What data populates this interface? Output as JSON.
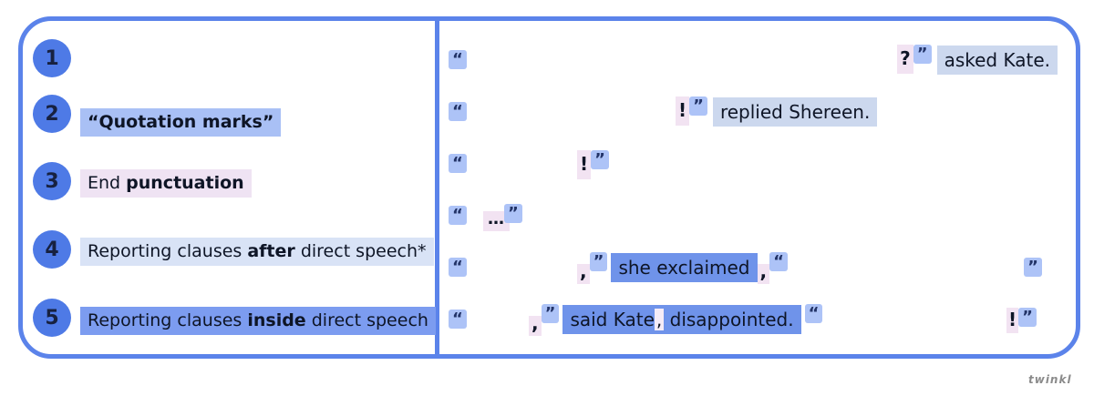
{
  "watermark": "twinkl",
  "colors": {
    "frame_accent": "#5b83ea",
    "number_badge": "#4e7ae6",
    "quote_highlight": "#adc3f7",
    "punctuation_highlight": "#f2e3f2",
    "clause_after_highlight": "#ccd8ee",
    "clause_inside_highlight": "#6f93ea",
    "label_quotation_bg": "#a9c0f5",
    "label_punctuation_bg": "#efe3f3",
    "label_after_bg": "#d9e3f6",
    "label_inside_bg": "#7c9cf0"
  },
  "left_panel": {
    "items": [
      {
        "number": "1",
        "pre": "",
        "bold": "",
        "post": ""
      },
      {
        "number": "2",
        "pre": "",
        "bold": "“Quotation marks”",
        "post": ""
      },
      {
        "number": "3",
        "pre": "End ",
        "bold": "punctuation",
        "post": ""
      },
      {
        "number": "4",
        "pre": "Reporting clauses ",
        "bold": "after",
        "post": " direct speech*"
      },
      {
        "number": "5",
        "pre": "Reporting clauses ",
        "bold": "inside",
        "post": " direct speech"
      }
    ]
  },
  "right_panel": {
    "open_quote": "“",
    "close_quote": "”",
    "rows": [
      {
        "end_punct": "?",
        "clause": "asked Kate."
      },
      {
        "end_punct": "!",
        "clause": "replied Shereen."
      },
      {
        "end_punct": "!"
      },
      {
        "ellipsis": "…"
      },
      {
        "lead_comma": ",",
        "clause": "she exclaimed",
        "trail_comma": ","
      },
      {
        "lead_comma": ",",
        "clause_start": "said Kate",
        "inner_comma": ",",
        "clause_end": " disappointed.",
        "end_punct": "!"
      }
    ]
  }
}
